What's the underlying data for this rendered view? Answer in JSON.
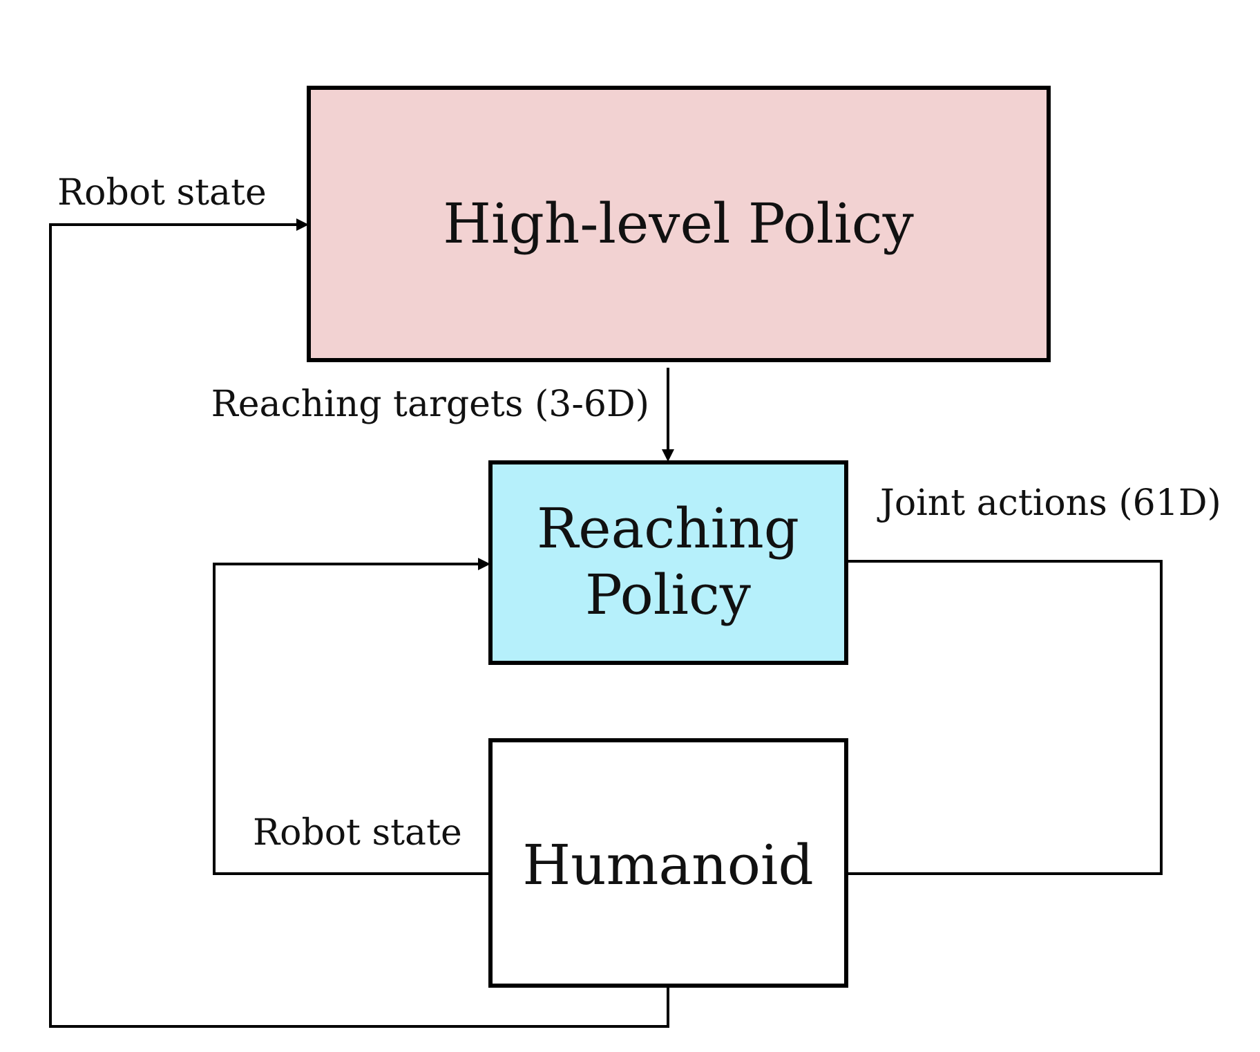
{
  "blocks": {
    "high_level": {
      "label": "High-level Policy",
      "fill": "#f2d2d2"
    },
    "reaching": {
      "line1": "Reaching",
      "line2": "Policy",
      "fill": "#b6f0fb"
    },
    "humanoid": {
      "label": "Humanoid",
      "fill": "#ffffff"
    }
  },
  "edges": {
    "outer_robot_state": "Robot state",
    "reaching_targets": "Reaching targets (3-6D)",
    "joint_actions": "Joint actions (61D)",
    "inner_robot_state": "Robot state"
  },
  "colors": {
    "line": "#000000",
    "background": "#ffffff"
  }
}
